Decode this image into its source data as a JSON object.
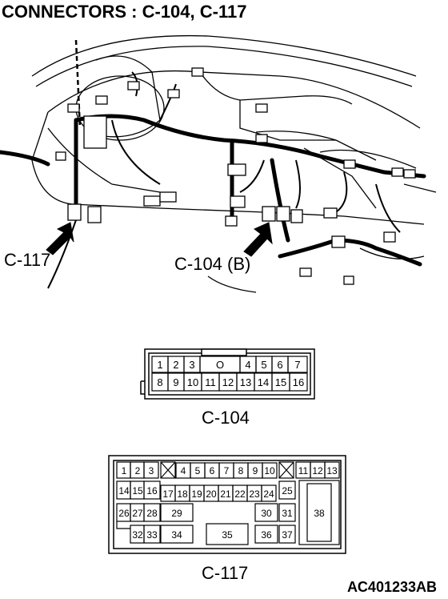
{
  "title": "CONNECTORS : C-104, C-117",
  "callouts": {
    "c117": "C-117",
    "c104b": "C-104 (B)"
  },
  "connectors": {
    "c104": {
      "caption": "C-104",
      "top_row": [
        "1",
        "2",
        "3",
        "O",
        "4",
        "5",
        "6",
        "7"
      ],
      "bottom_row": [
        "8",
        "9",
        "10",
        "11",
        "12",
        "13",
        "14",
        "15",
        "16"
      ]
    },
    "c117": {
      "caption": "C-117",
      "row1": [
        "1",
        "2",
        "3",
        "4",
        "5",
        "6",
        "7",
        "8",
        "9",
        "10",
        "11",
        "12",
        "13"
      ],
      "row2": [
        "14",
        "15",
        "16",
        "17",
        "18",
        "19",
        "20",
        "21",
        "22",
        "23",
        "24",
        "25"
      ],
      "row3": [
        "26",
        "27",
        "28",
        "29",
        "30",
        "31",
        "38"
      ],
      "row4": [
        "32",
        "33",
        "34",
        "35",
        "36",
        "37"
      ]
    }
  },
  "figure_id": "AC401233AB"
}
